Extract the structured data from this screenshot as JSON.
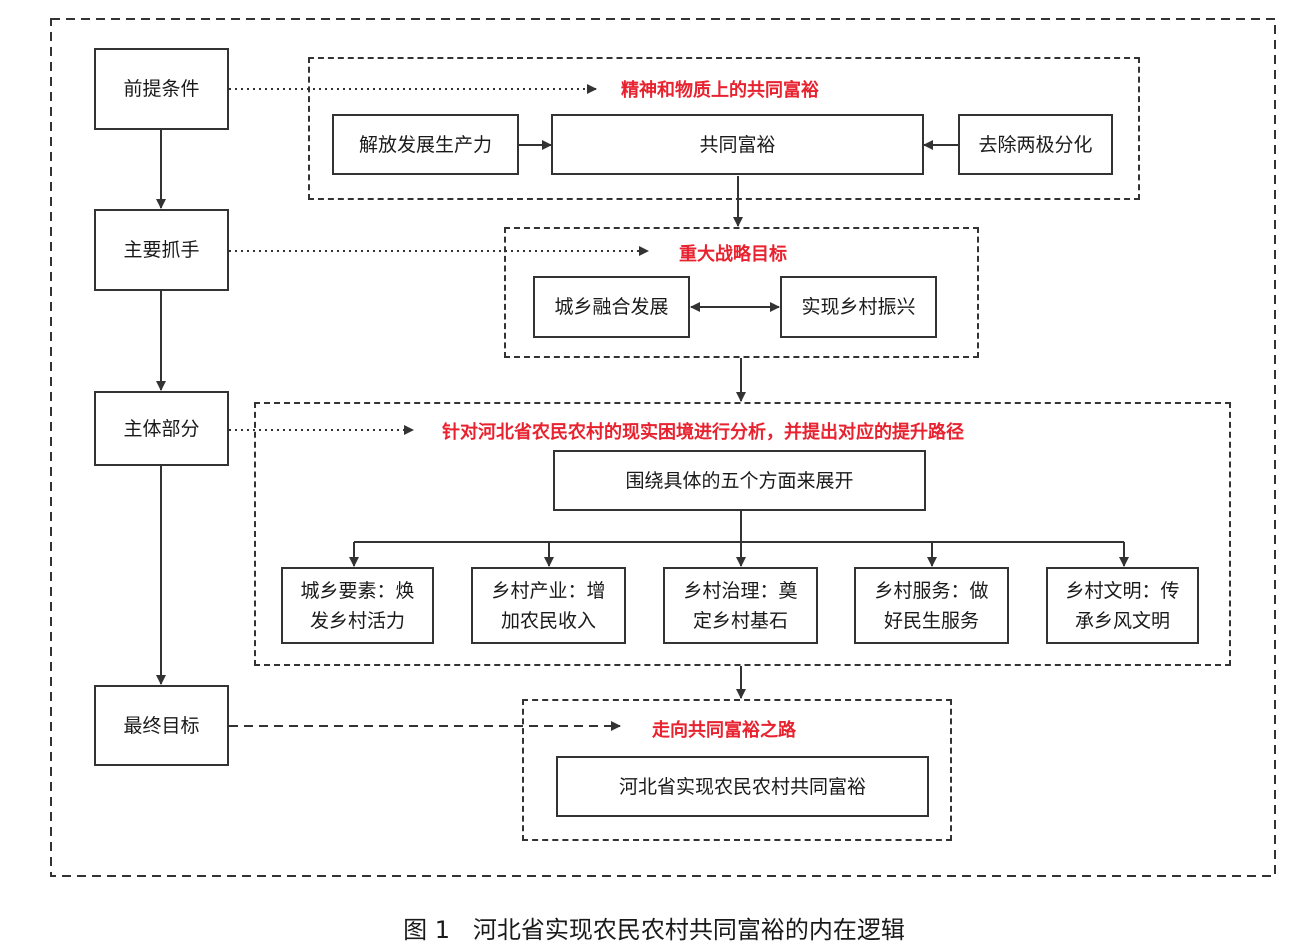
{
  "stages": [
    "前提条件",
    "主要抓手",
    "主体部分",
    "最终目标"
  ],
  "section1": {
    "title": "精神和物质上的共同富裕",
    "left": "解放发展生产力",
    "center": "共同富裕",
    "right": "去除两极分化"
  },
  "section2": {
    "title": "重大战略目标",
    "left": "城乡融合发展",
    "right": "实现乡村振兴"
  },
  "section3": {
    "title": "针对河北省农民农村的现实困境进行分析，并提出对应的提升路径",
    "center": "围绕具体的五个方面来展开",
    "items": [
      [
        "城乡要素：焕",
        "发乡村活力"
      ],
      [
        "乡村产业：增",
        "加农民收入"
      ],
      [
        "乡村治理：奠",
        "定乡村基石"
      ],
      [
        "乡村服务：做",
        "好民生服务"
      ],
      [
        "乡村文明：传",
        "承乡风文明"
      ]
    ]
  },
  "section4": {
    "title": "走向共同富裕之路",
    "box": "河北省实现农民农村共同富裕"
  },
  "caption": {
    "number": "图 1",
    "text": "河北省实现农民农村共同富裕的内在逻辑"
  }
}
